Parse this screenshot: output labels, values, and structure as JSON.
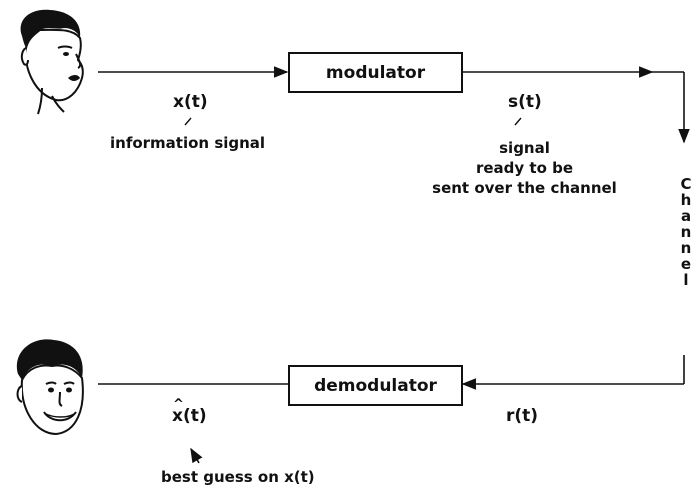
{
  "blocks": {
    "modulator": "modulator",
    "demodulator": "demodulator"
  },
  "signals": {
    "x": "x(t)",
    "x_desc": "information signal",
    "s": "s(t)",
    "s_desc": [
      "signal",
      "ready to be",
      "sent over the channel"
    ],
    "r": "r(t)",
    "xhat": "x(t)",
    "xhat_desc": "best guess on x(t)"
  },
  "channel": [
    "C",
    "h",
    "a",
    "n",
    "n",
    "e",
    "l"
  ],
  "icons": {
    "sender": "man-face-icon",
    "receiver": "smiling-man-face-icon"
  }
}
